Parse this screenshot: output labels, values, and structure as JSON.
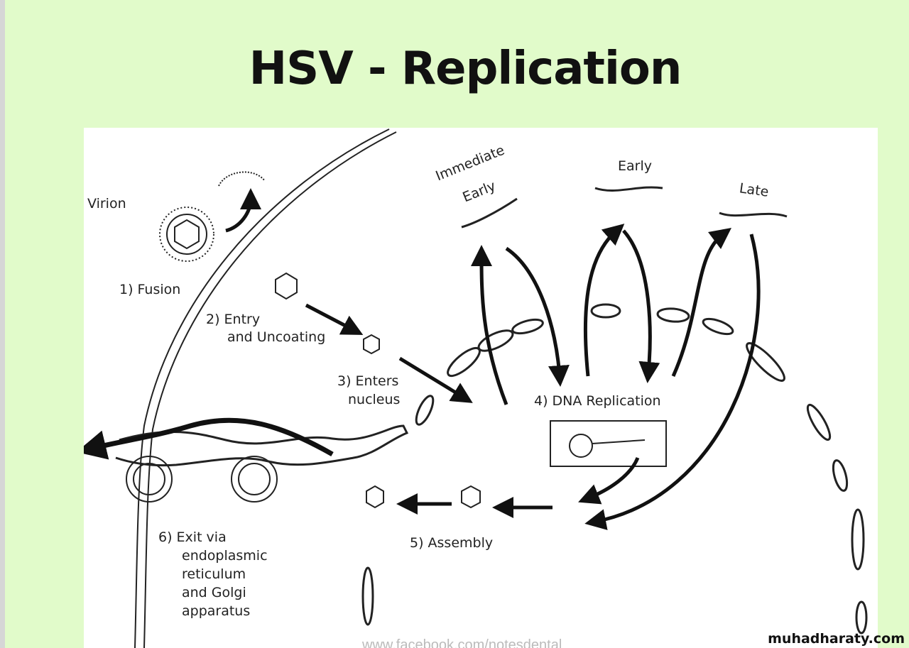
{
  "slide": {
    "title": "HSV - Replication",
    "site_watermark": "muhadharaty.com"
  },
  "figure": {
    "labels": {
      "virion": "Virion",
      "fusion": "1) Fusion",
      "entry_1": "2) Entry",
      "entry_2": "and Uncoating",
      "enters_1": "3) Enters",
      "enters_2": "nucleus",
      "dna_replication": "4) DNA Replication",
      "assembly": "5) Assembly",
      "exit_1": "6) Exit via",
      "exit_2": "endoplasmic",
      "exit_3": "reticulum",
      "exit_4": "and Golgi",
      "exit_5": "apparatus",
      "immediate_early_1": "Immediate",
      "immediate_early_2": "Early",
      "early": "Early",
      "late": "Late"
    },
    "credit": "www.facebook.com/notesdental"
  }
}
